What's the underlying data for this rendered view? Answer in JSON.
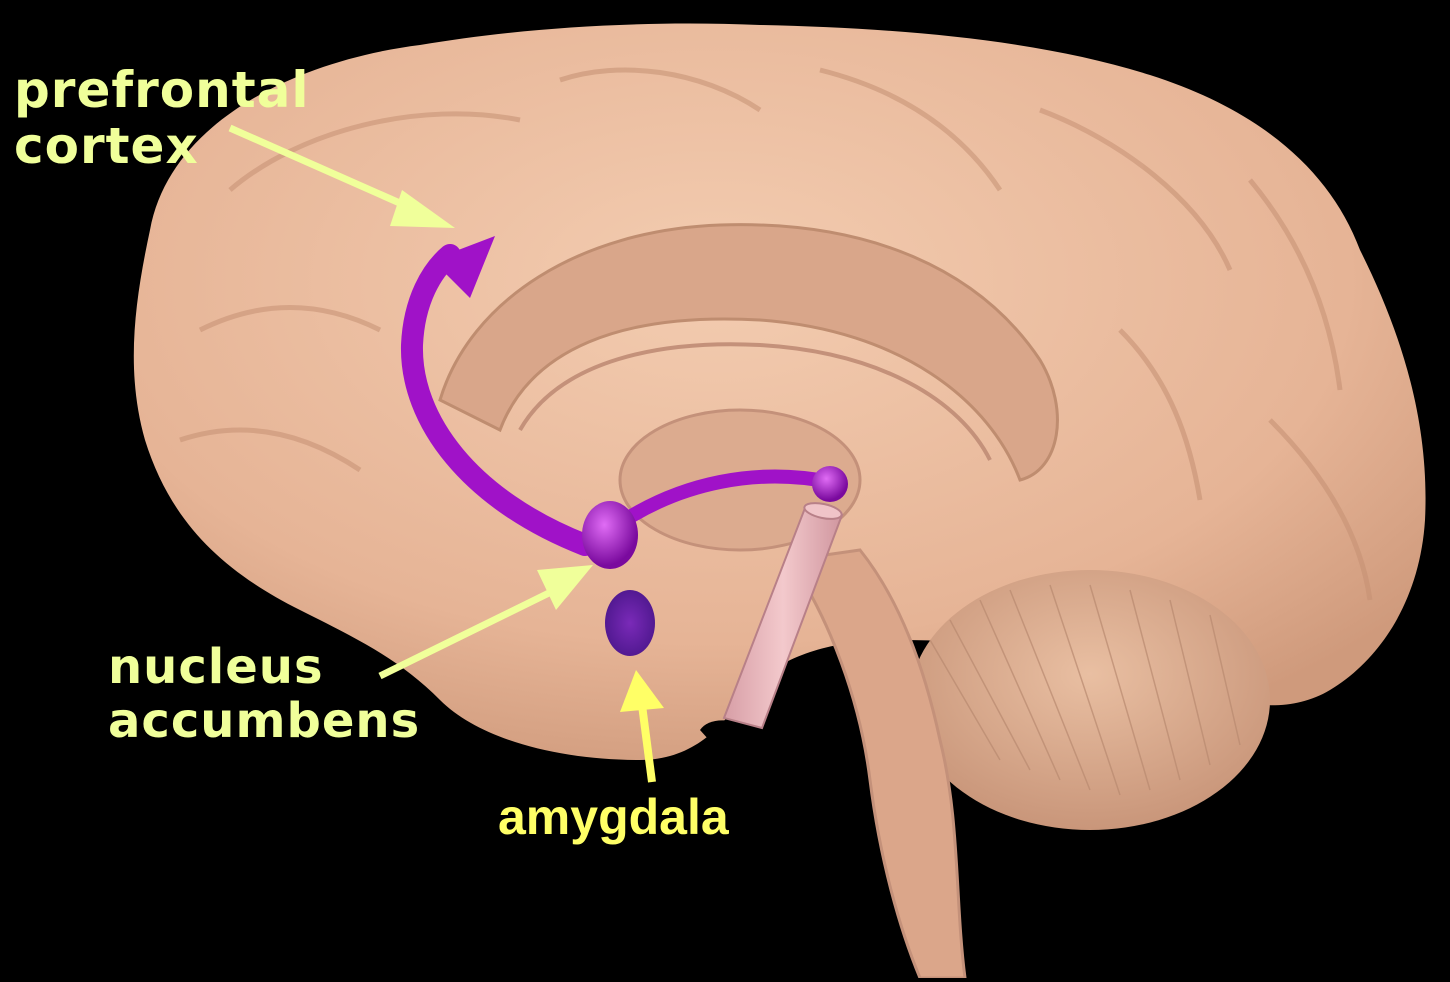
{
  "labels": {
    "prefrontal_line1": "prefrontal",
    "prefrontal_line2": "cortex",
    "nucleus_line1": "nucleus",
    "nucleus_line2": "accumbens",
    "amygdala": "amygdala"
  },
  "colors": {
    "background": "#000000",
    "brain": "#e8b89a",
    "pathway": "#a012c8",
    "amygdala_blob": "#5a1aa0",
    "label_green": "#f0ff9a",
    "label_yellow": "#ffff66",
    "brainstem_tube": "#e8b4b8"
  }
}
